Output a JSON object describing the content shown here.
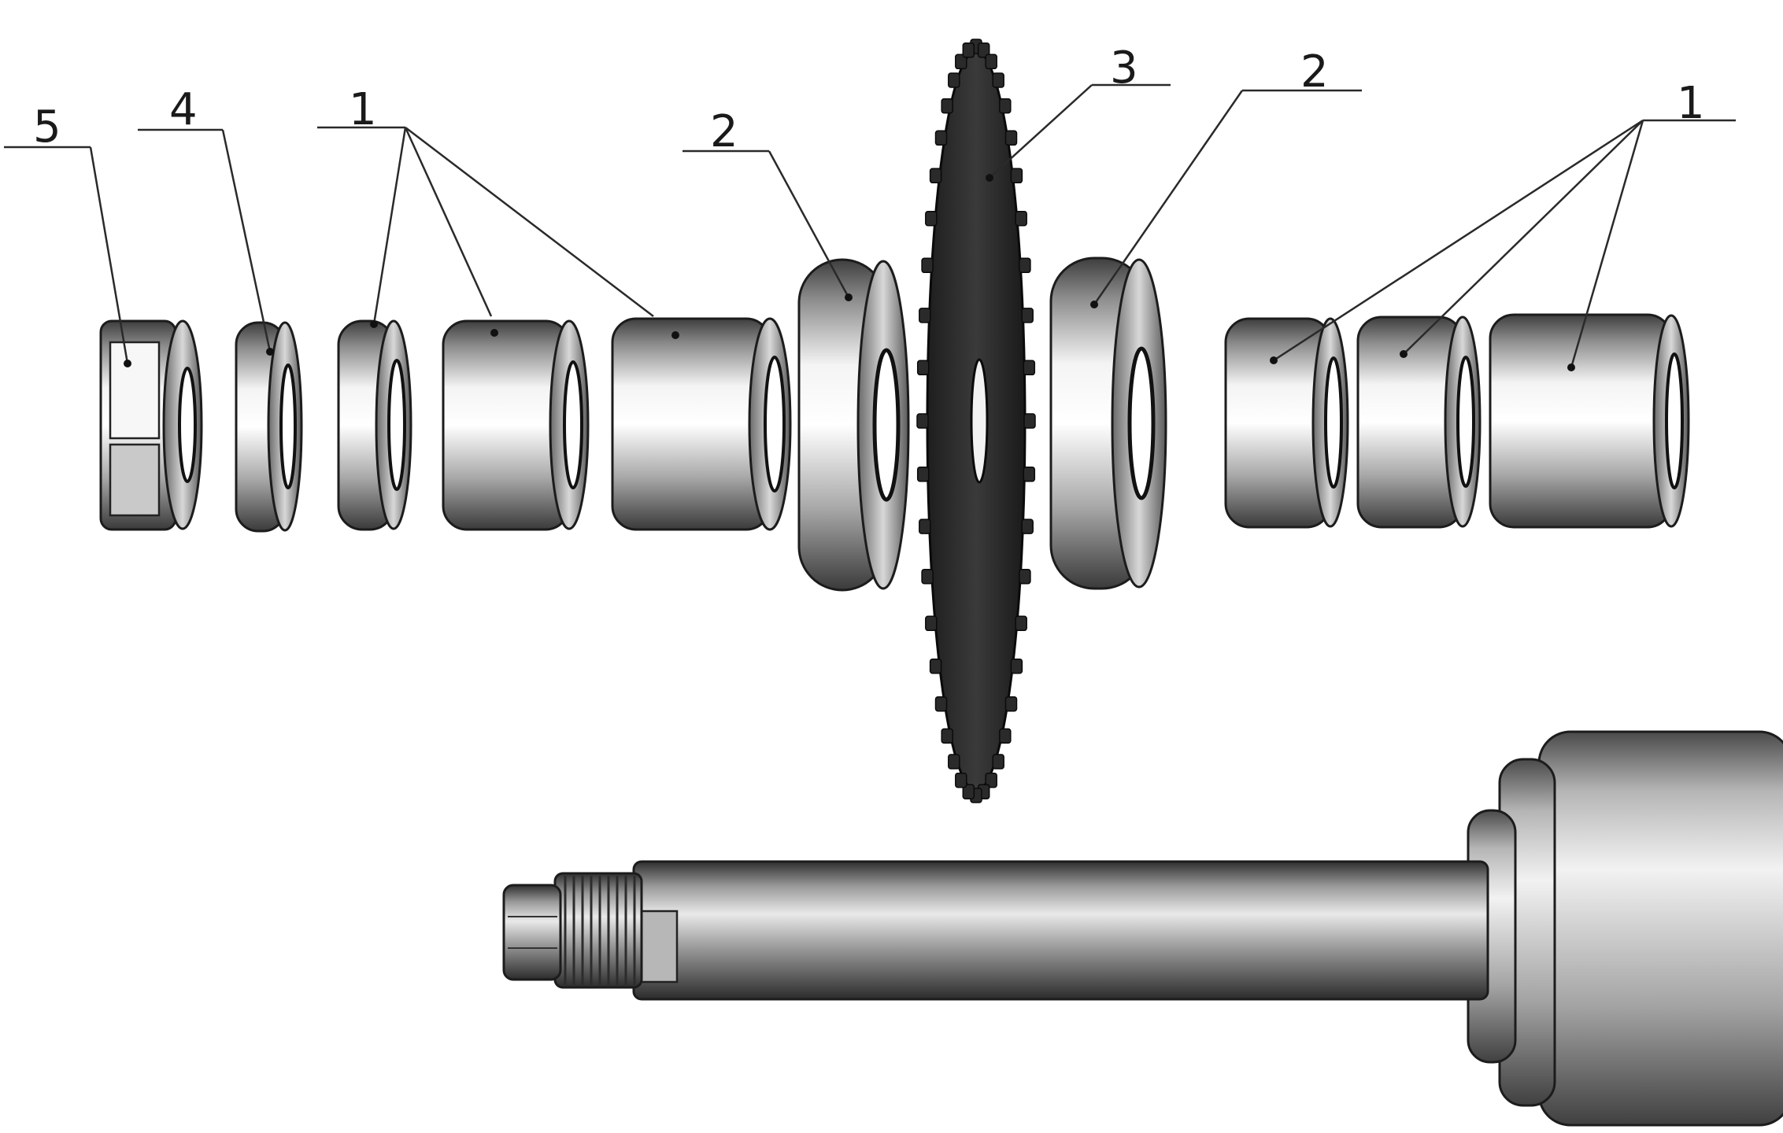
{
  "diagram": {
    "callouts": {
      "label_5": "5",
      "label_4": "4",
      "label_1_left": "1",
      "label_2_left": "2",
      "label_3": "3",
      "label_2_right": "2",
      "label_1_right": "1"
    }
  }
}
